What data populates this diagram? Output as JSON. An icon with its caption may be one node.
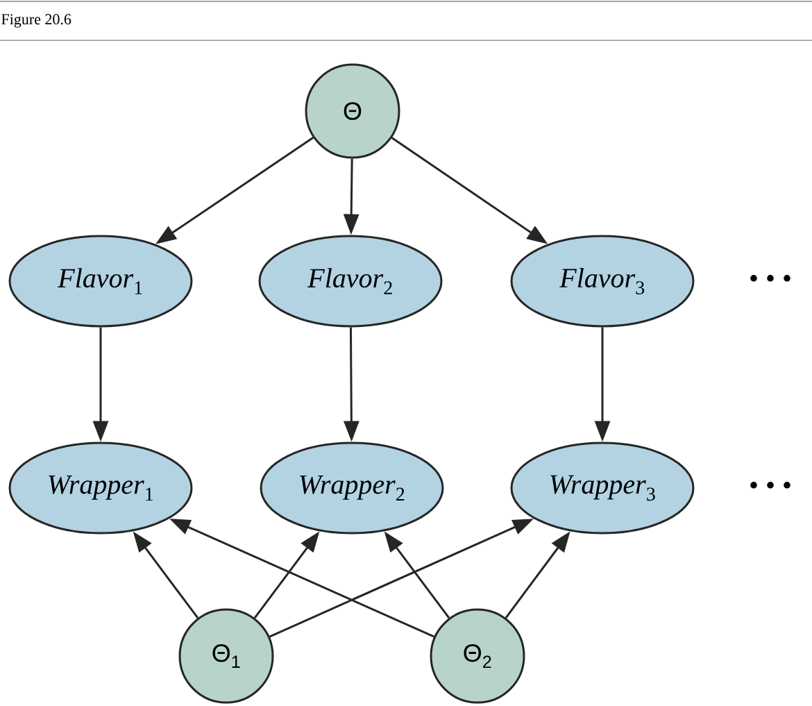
{
  "diagram": {
    "title": "Figure 20.6",
    "nodes": [
      {
        "text": [
          "Θ"
        ]
      },
      {
        "text": [
          "*Flavor*$_{1}$"
        ]
      },
      {
        "text": [
          "*Flavor*$_{2}$"
        ]
      },
      {
        "text": [
          "*Flavor*$_{3}$"
        ]
      },
      {
        "text": [
          "*Wrapper*$_{1}$"
        ]
      },
      {
        "text": [
          "*Wrapper*$_{2}$"
        ]
      },
      {
        "text": [
          "*Wrapper*$_{3}$"
        ]
      },
      {
        "text": [
          "Θ$_{1}$"
        ]
      },
      {
        "text": [
          "Θ$_{2}$"
        ]
      }
    ],
    "edges": [
      {
        "from": 0,
        "to": 1,
        "arrow": "to"
      },
      {
        "from": 0,
        "to": 2,
        "arrow": "to"
      },
      {
        "from": 0,
        "to": 3,
        "arrow": "to"
      },
      {
        "from": 1,
        "to": 4,
        "arrow": "to"
      },
      {
        "from": 2,
        "to": 5,
        "arrow": "to"
      },
      {
        "from": 3,
        "to": 6,
        "arrow": "to"
      },
      {
        "from": 7,
        "to": 4,
        "arrow": "to"
      },
      {
        "from": 7,
        "to": 5,
        "arrow": "to"
      },
      {
        "from": 7,
        "to": 6,
        "arrow": "to"
      },
      {
        "from": 8,
        "to": 4,
        "arrow": "to"
      },
      {
        "from": 8,
        "to": 5,
        "arrow": "to"
      },
      {
        "from": 8,
        "to": 6,
        "arrow": "to"
      }
    ],
    "labels": [
      "• • •",
      "• • •"
    ]
  }
}
